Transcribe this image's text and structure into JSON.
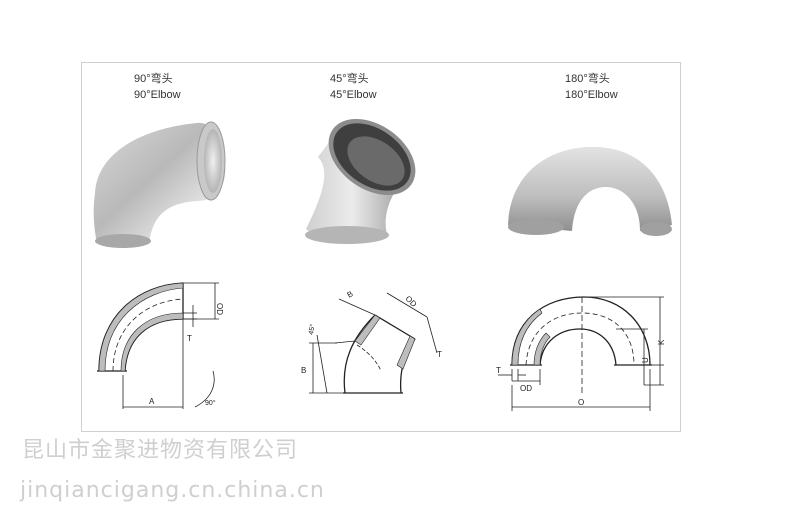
{
  "items": [
    {
      "label_cn": "90°弯头",
      "label_en": "90°Elbow"
    },
    {
      "label_cn": "45°弯头",
      "label_en": "45°Elbow"
    },
    {
      "label_cn": "180°弯头",
      "label_en": "180°Elbow"
    }
  ],
  "dims_90": {
    "od": "OD",
    "t": "T",
    "a": "A",
    "angle": "90°"
  },
  "dims_45": {
    "b_top": "B",
    "od": "OD",
    "angle": "45°",
    "t": "T",
    "b_side": "B"
  },
  "dims_180": {
    "k": "K",
    "u": "U",
    "t": "T",
    "od": "OD",
    "o": "O"
  },
  "watermark": {
    "company": "昆山市金聚进物资有限公司",
    "url": "jinqiancigang.cn.china.cn"
  }
}
